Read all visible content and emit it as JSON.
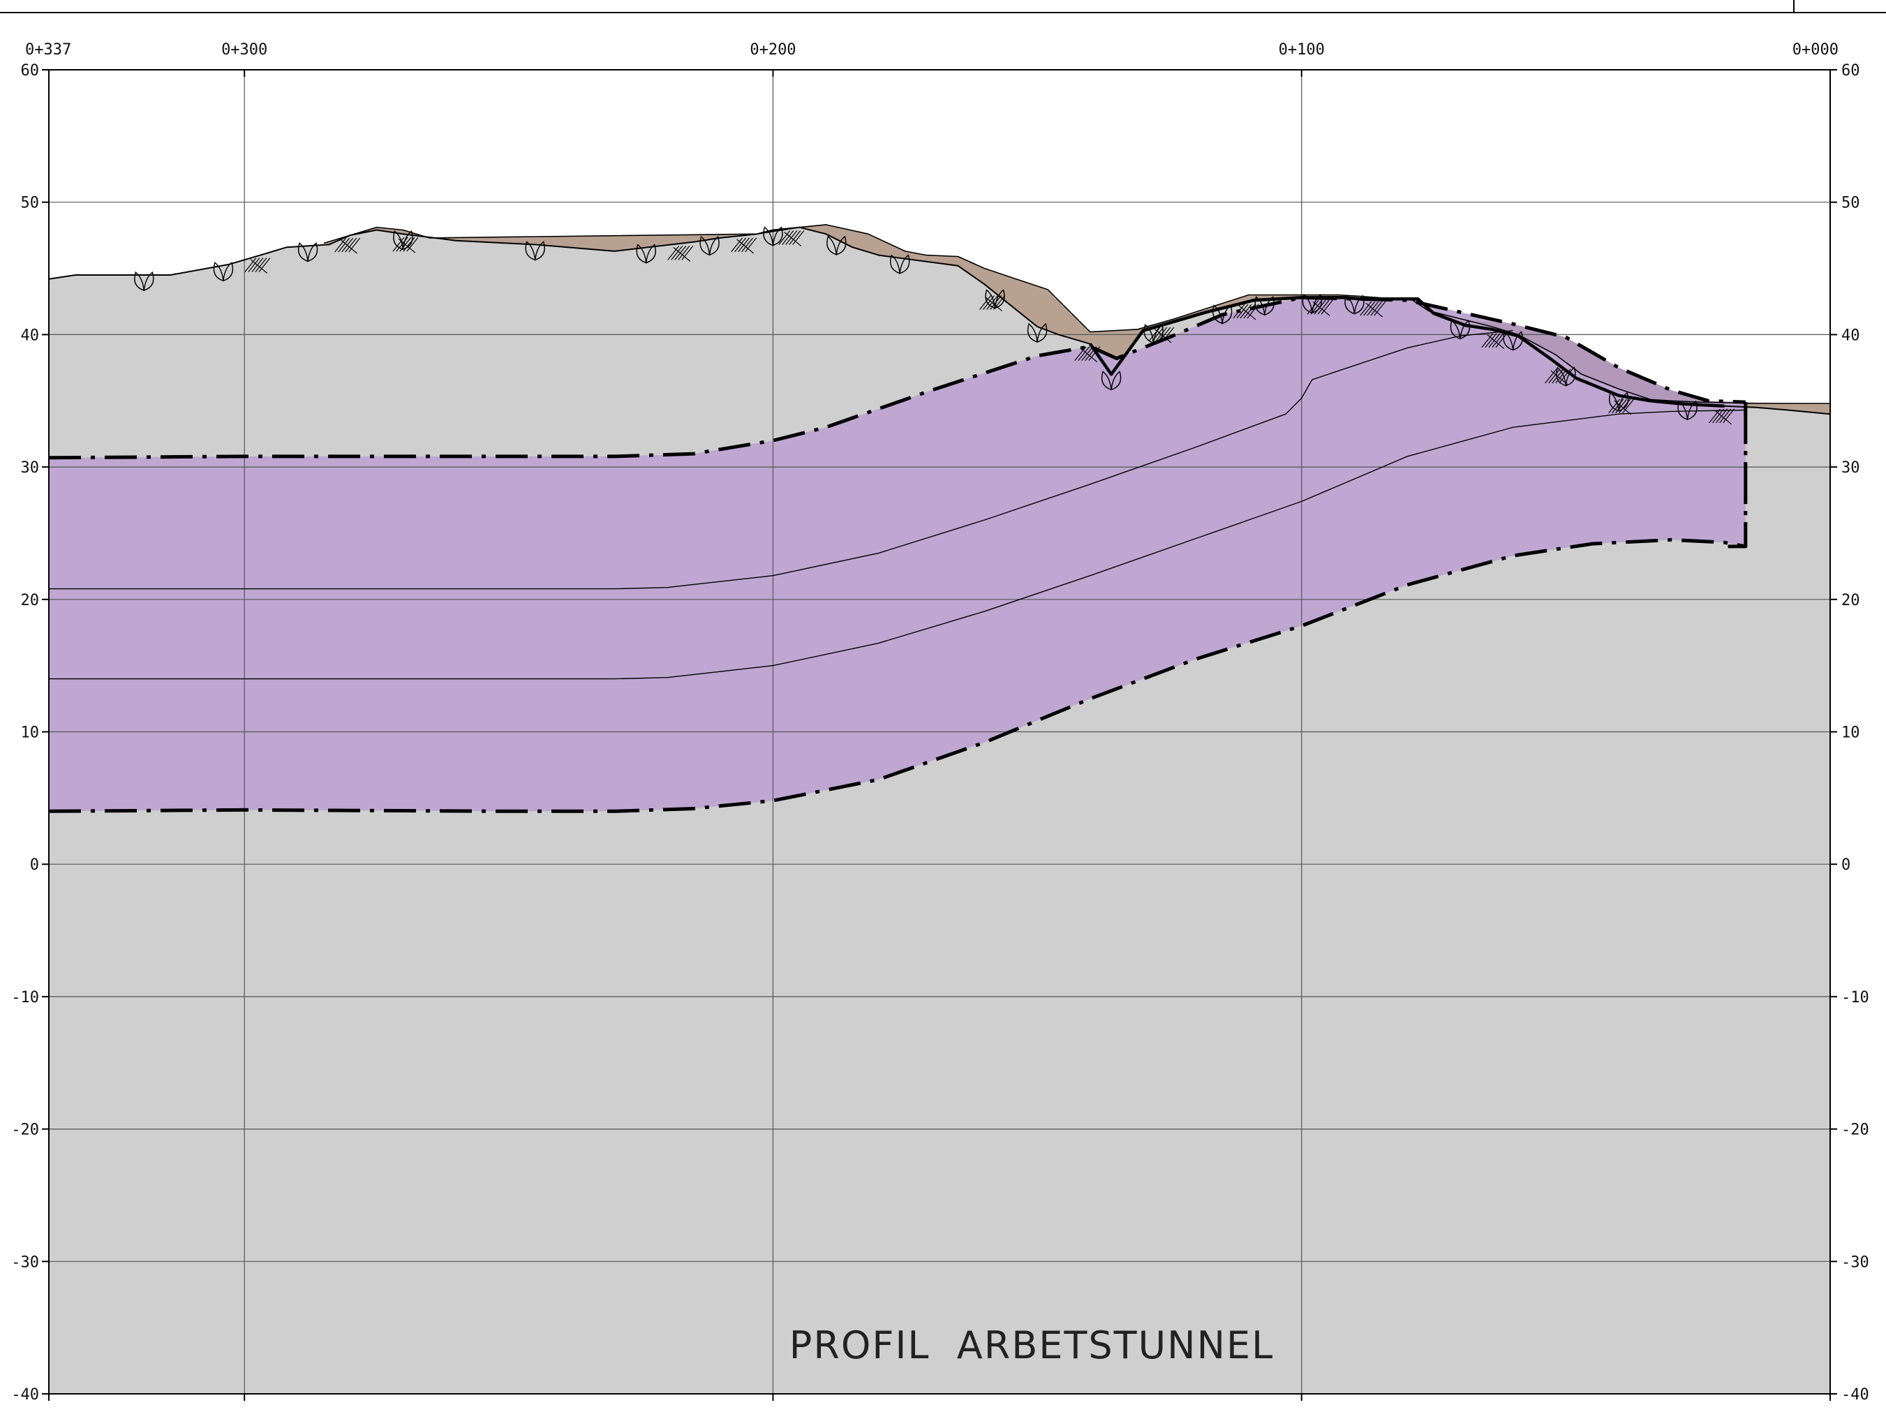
{
  "title": "PROFIL  ARBETSTUNNEL",
  "colors": {
    "bedrock": "#cfcfcf",
    "soil": "#b8a191",
    "tunnel_zone": "#bfa6d2",
    "tunnel_soil_overlap": "#a58aa6",
    "grid": "#555555",
    "line": "#000000",
    "paper": "#ffffff"
  },
  "icons": {
    "vegetation": "leaf-symbol-icon",
    "soil_hatch": "hatch-symbol-icon"
  },
  "chart_data": {
    "type": "line",
    "xlim": [
      -337,
      0
    ],
    "ylim": [
      -40,
      60
    ],
    "xticks": [
      -337,
      -300,
      -200,
      -100,
      0
    ],
    "xtick_labels": [
      "0+337",
      "0+300",
      "0+200",
      "0+100",
      "0+000"
    ],
    "yticks": [
      60,
      50,
      40,
      30,
      20,
      10,
      0,
      -10,
      -20,
      -30,
      -40
    ],
    "ytick_labels": [
      "60",
      "50",
      "40",
      "30",
      "20",
      "10",
      "0",
      "-10",
      "-20",
      "-30",
      "-40"
    ],
    "grid": true,
    "series": [
      {
        "role": "ground-surface",
        "x": [
          -337,
          -332,
          -314,
          -303,
          -297,
          -292,
          -284,
          -280,
          -275,
          -270,
          -260,
          -245,
          -230,
          -215,
          -210,
          -203,
          -200,
          -195,
          -190,
          -185,
          -180,
          -165,
          -160,
          -150,
          -146,
          -140,
          -136,
          -130,
          -118,
          -109,
          -100,
          -92,
          -89,
          -78,
          -75,
          -69,
          -64,
          -59,
          -53,
          -48,
          -40,
          -34,
          -29,
          -25,
          -20,
          -14,
          -8,
          0
        ],
        "y": [
          44.2,
          44.5,
          44.5,
          45.3,
          46.0,
          46.6,
          46.8,
          47.5,
          47.9,
          47.6,
          47.1,
          46.8,
          46.3,
          47.0,
          47.3,
          47.6,
          47.9,
          48.1,
          47.6,
          46.6,
          46.0,
          45.2,
          43.8,
          40.6,
          40.0,
          39.3,
          37.0,
          40.3,
          41.7,
          42.6,
          42.8,
          42.8,
          42.7,
          42.7,
          41.6,
          40.7,
          40.4,
          39.9,
          38.2,
          36.7,
          35.4,
          35.0,
          34.8,
          34.7,
          34.6,
          34.5,
          34.3,
          34.0
        ]
      },
      {
        "role": "soil-layer-top",
        "x": [
          -285,
          -280,
          -275,
          -270,
          -265,
          -203,
          -195,
          -190,
          -182,
          -175,
          -171,
          -165,
          -160,
          -154,
          -148,
          -140,
          -131,
          -124,
          -110,
          -100,
          -93,
          -89,
          -79,
          -76,
          -69,
          -64,
          -59,
          -52,
          -47,
          -40,
          -34,
          -30,
          -25,
          -14,
          0
        ],
        "y": [
          46.9,
          47.5,
          48.1,
          47.9,
          47.3,
          47.6,
          48.1,
          48.3,
          47.6,
          46.3,
          46.0,
          45.9,
          45.0,
          44.2,
          43.4,
          40.2,
          40.4,
          41.2,
          43.0,
          43.0,
          43.0,
          42.9,
          42.6,
          41.8,
          41.1,
          40.6,
          40.0,
          38.5,
          37.0,
          35.9,
          35.1,
          35.0,
          34.9,
          34.8,
          34.8
        ]
      },
      {
        "role": "tunnel-zone-upper-boundary",
        "style": "dash-dot",
        "x": [
          -337,
          -300,
          -250,
          -230,
          -215,
          -200,
          -190,
          -170,
          -150,
          -140,
          -135,
          -125,
          -115,
          -100,
          -90,
          -80,
          -60,
          -50,
          -40,
          -30,
          -23,
          -16
        ],
        "y": [
          30.7,
          30.8,
          30.8,
          30.8,
          31.0,
          32.0,
          33.0,
          35.8,
          38.4,
          39.1,
          38.2,
          39.8,
          41.5,
          42.8,
          42.7,
          42.6,
          40.8,
          39.8,
          37.5,
          35.8,
          35.0,
          34.9
        ]
      },
      {
        "role": "tunnel-zone-lower-boundary",
        "style": "dash-dot",
        "x": [
          -337,
          -300,
          -250,
          -230,
          -215,
          -200,
          -180,
          -160,
          -140,
          -120,
          -100,
          -80,
          -60,
          -45,
          -30,
          -20,
          -16
        ],
        "y": [
          4.0,
          4.1,
          4.0,
          4.0,
          4.2,
          4.8,
          6.4,
          9.2,
          12.5,
          15.5,
          18.0,
          21.1,
          23.3,
          24.2,
          24.5,
          24.3,
          24.0
        ]
      },
      {
        "role": "tunnel-line-upper",
        "x": [
          -337,
          -300,
          -230,
          -220,
          -200,
          -180,
          -160,
          -140,
          -120,
          -103,
          -100,
          -98,
          -80,
          -70,
          -60
        ],
        "y": [
          20.8,
          20.8,
          20.8,
          20.9,
          21.8,
          23.5,
          26.0,
          28.7,
          31.5,
          34.0,
          35.2,
          36.6,
          39.0,
          39.9,
          40.3
        ]
      },
      {
        "role": "tunnel-line-lower",
        "x": [
          -337,
          -300,
          -230,
          -220,
          -200,
          -180,
          -160,
          -140,
          -120,
          -100,
          -80,
          -60,
          -40,
          -30,
          -16
        ],
        "y": [
          14.0,
          14.0,
          14.0,
          14.1,
          15.0,
          16.7,
          19.1,
          21.8,
          24.6,
          27.4,
          30.8,
          33.0,
          34.0,
          34.2,
          34.3
        ]
      },
      {
        "role": "portal",
        "x": [
          -16,
          -16,
          -20
        ],
        "y": [
          34.9,
          24.0,
          24.0
        ]
      }
    ]
  }
}
